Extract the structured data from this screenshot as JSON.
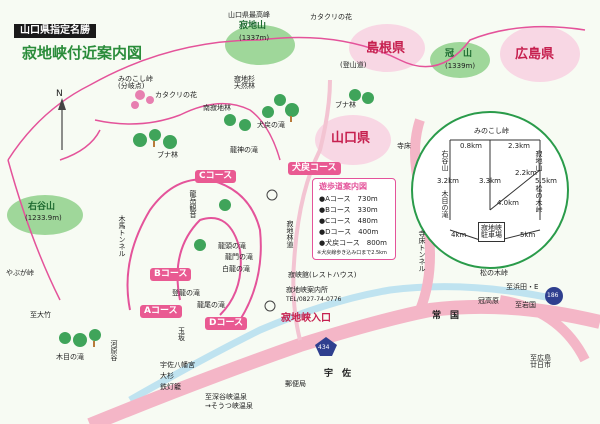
{
  "header": {
    "badge": "山口県指定名勝",
    "title": "寂地峡付近案内図"
  },
  "peaks": {
    "jakuchi": {
      "top": "山口県最高峰",
      "name": "寂地山",
      "elev": "(1337m)"
    },
    "kanmuri": {
      "name": "冠　山",
      "elev": "(1339m)"
    },
    "migitani": {
      "name": "右谷山",
      "elev": "(1233.9m)"
    }
  },
  "prefectures": {
    "shimane": "島根県",
    "hiroshima": "広島県",
    "yamaguchi": "山口県"
  },
  "trails": {
    "katakuri1": "カタクリの花",
    "katakuri2": "カタクリの花",
    "tozando": "(登山道)",
    "yasakatoge": "やぶが峠"
  },
  "forest": {
    "sanrin": "寂地杉\n天然林",
    "buna1": "ブナ林",
    "buna2": "ブナ林",
    "minamizawa": "南寂地林"
  },
  "waterfalls": {
    "inumodori": "犬戻の滝",
    "ryujin": "龍神の滝",
    "ryozu": "龍頭の滝",
    "ryumon": "龍門の滝",
    "hakuryu": "白龍の滝",
    "toryu": "登龍の滝",
    "ryubi": "龍尾の滝",
    "kime": "木目の滝"
  },
  "courses": {
    "A": "Aコース",
    "B": "Bコース",
    "C": "Cコース",
    "D": "Dコース",
    "inu": "犬戻コース"
  },
  "guide": {
    "title": "遊歩道案内図",
    "rows": [
      "●Aコース　730m",
      "●Bコース　330m",
      "●Cコース　480m",
      "●Dコース　400m",
      "●犬戻コース　800m"
    ],
    "note": "※犬戻線歩き込み口まで2.5km"
  },
  "places": {
    "ryugakukannon": "龍岳観音",
    "tunnel": "木馬トンネル",
    "restaurant": "寂峡館(レストハウス)",
    "info": "寂地峡案内所",
    "tel": "TEL/0827-74-0776",
    "entrance": "寂地峡入口",
    "yahata": "宇佐八幡宮",
    "osugi": "大杉",
    "tettoro": "鉄灯籠",
    "post": "郵便局",
    "onsen": "至深谷峡温泉",
    "sotsukei": "→そうつ峡温泉",
    "kawaraba": "河原谷",
    "iwakuni": "至岩国",
    "hatsukaichi": "至広島\n廿日市",
    "hamada": "至浜田・E",
    "matsunokidai": "松の木峠",
    "kamikouchi": "冠高原",
    "teraki": "寺床",
    "mikoshi": "みのこし峠\n(分岐点)",
    "jakuchirindo": "寂地林道",
    "usa": "宇　佐",
    "joukoku": "常　国",
    "tokan": "寺床トンネル",
    "road434": "434",
    "road186": "186",
    "north": "N",
    "tamaezaka": "玉\n坂",
    "michi": "至大竹",
    "umekidai": "寂地峡駐車場"
  },
  "inset": {
    "minokoshi": "みのこし峠",
    "migitani": "右谷山",
    "jakuchi": "寂地山",
    "matsuno": "松の木峠",
    "kimeno": "木目の滝",
    "parking": "寂地峡\n駐車場",
    "d1": "0.8km",
    "d2": "2.3km",
    "d3": "3.2km",
    "d4": "3.3km",
    "d5": "5.5km",
    "d6": "2.2km",
    "d7": "4km",
    "d8": "4.0km",
    "d9": "5km"
  },
  "colors": {
    "road": "#f4b6c7",
    "trail": "#e4539a",
    "river": "#bfe3f0",
    "forest": "#3fa45a",
    "pink": "#e95a92"
  }
}
